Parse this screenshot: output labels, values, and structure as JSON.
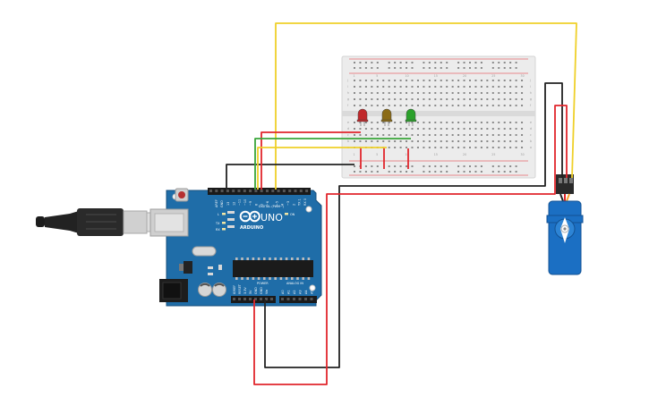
{
  "arduino": {
    "brand": "UNO",
    "maker": "ARDUINO",
    "digital_label": "DIGITAL (PWM~)",
    "power_label": "POWER",
    "analog_label": "ANALOG IN",
    "led_labels": [
      "L",
      "TX",
      "RX"
    ],
    "on_label": "ON",
    "aref_label": "AREF",
    "gnd_label": "GND",
    "digital_pins": [
      "13",
      "12",
      "~11",
      "~10",
      "~9",
      "8",
      "7",
      "~6",
      "~5",
      "4",
      "~3",
      "2",
      "TX 1",
      "RX 0"
    ],
    "power_pins": [
      "IOREF",
      "RESET",
      "3.3V",
      "5V",
      "GND",
      "GND",
      "Vin"
    ],
    "analog_pins": [
      "A0",
      "A1",
      "A2",
      "A3",
      "A4",
      "A5"
    ]
  },
  "breadboard": {
    "row_letters_top": [
      "j",
      "i",
      "h",
      "g",
      "f"
    ],
    "row_letters_bottom": [
      "e",
      "d",
      "c",
      "b",
      "a"
    ],
    "column_numbers": [
      "1",
      "5",
      "10",
      "15",
      "20",
      "25",
      "30"
    ]
  },
  "leds": [
    {
      "color": "red",
      "hex": "#c0282b"
    },
    {
      "color": "yellow",
      "hex": "#8b6b16"
    },
    {
      "color": "green",
      "hex": "#2ba12b"
    }
  ],
  "colors": {
    "board": "#1f6da8",
    "wire_red": "#e1262c",
    "wire_green": "#3aa63a",
    "wire_yellow": "#efd029",
    "wire_black": "#222222",
    "servo": "#1b6fc3"
  }
}
